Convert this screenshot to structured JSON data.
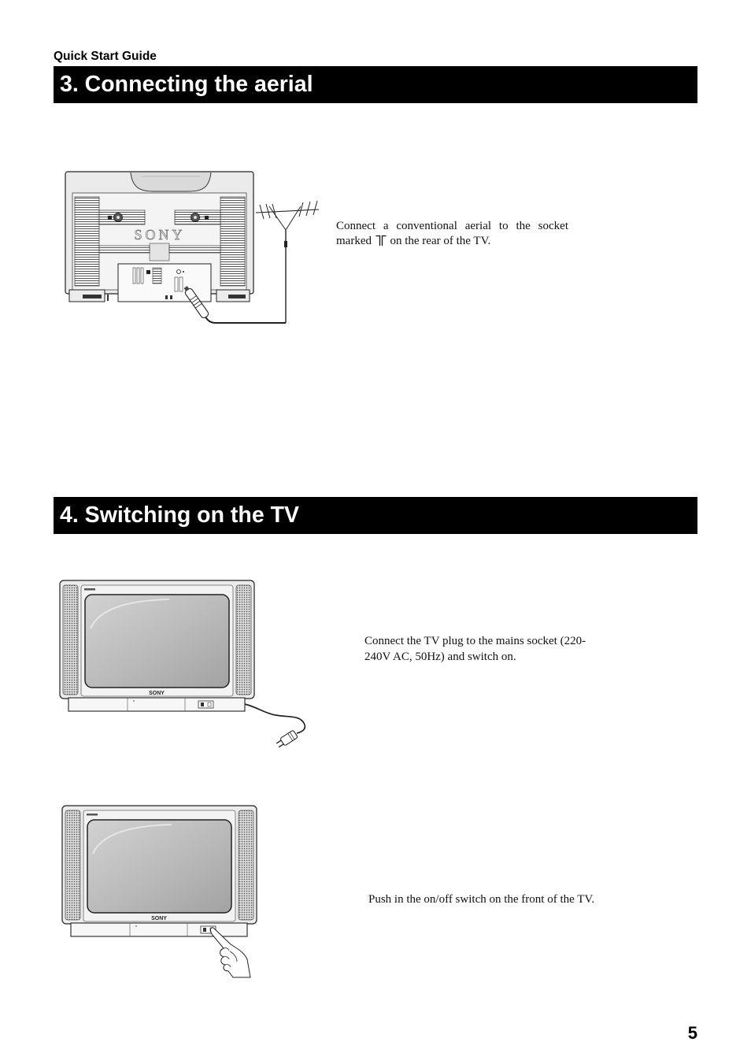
{
  "header": {
    "guide_label": "Quick Start Guide"
  },
  "section_aerial": {
    "title": "3. Connecting the aerial",
    "instruction_before_symbol": "Connect a conventional aerial to the socket marked",
    "socket_symbol_icon": "aerial-socket-icon",
    "instruction_after_symbol": "on the rear of the TV."
  },
  "section_power": {
    "title": "4. Switching on the TV",
    "step_plug_in": "Connect the TV plug to the mains socket (220-240V AC, 50Hz) and switch on.",
    "step_switch_on": "Push in the on/off switch on the front of the TV."
  },
  "illustrations": {
    "brand_logo": "SONY",
    "icons": {
      "rear_view": "tv-rear-with-aerial-icon",
      "front_view_plug": "tv-front-with-mains-plug-icon",
      "front_view_switch": "tv-front-with-hand-pressing-switch-icon"
    }
  },
  "page_number": "5",
  "colors": {
    "title_bar": "#000000",
    "title_text": "#ffffff",
    "body_text": "#111111"
  }
}
